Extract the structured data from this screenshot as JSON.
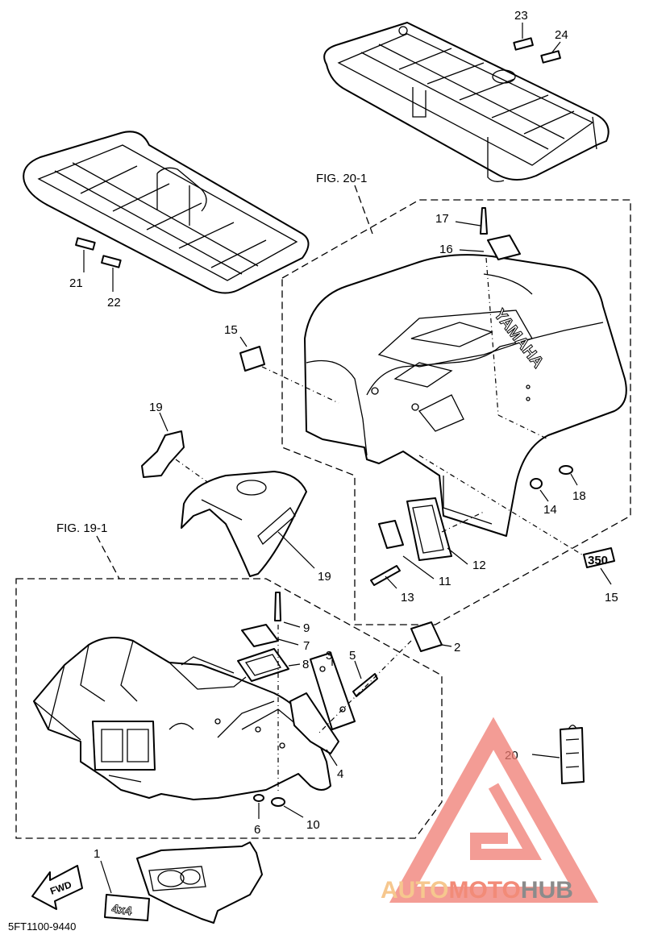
{
  "figure_labels": {
    "fig_20": "FIG. 20-1",
    "fig_19": "FIG. 19-1"
  },
  "callouts": {
    "c1": "1",
    "c2": "2",
    "c3": "3",
    "c4": "4",
    "c5": "5",
    "c6": "6",
    "c7": "7",
    "c8": "8",
    "c9": "9",
    "c10": "10",
    "c11": "11",
    "c12": "12",
    "c13": "13",
    "c14": "14",
    "c15a": "15",
    "c15b": "15",
    "c16": "16",
    "c17": "17",
    "c18": "18",
    "c19a": "19",
    "c19b": "19",
    "c20": "20",
    "c21": "21",
    "c22": "22",
    "c23": "23",
    "c24": "24"
  },
  "decals": {
    "fwd": "FWD",
    "badge_350": "350",
    "yamaha": "YAMAHA",
    "model_4x4": "4x4"
  },
  "drawing_code": "5FT1100-9440",
  "watermark": {
    "word1": "AUTO",
    "word2": "MOTO",
    "word3": "HUB",
    "colors": {
      "auto": "#f6c78e",
      "moto": "#f28b78",
      "hub": "#8b8b8b",
      "triangle": "#f07c72"
    }
  }
}
